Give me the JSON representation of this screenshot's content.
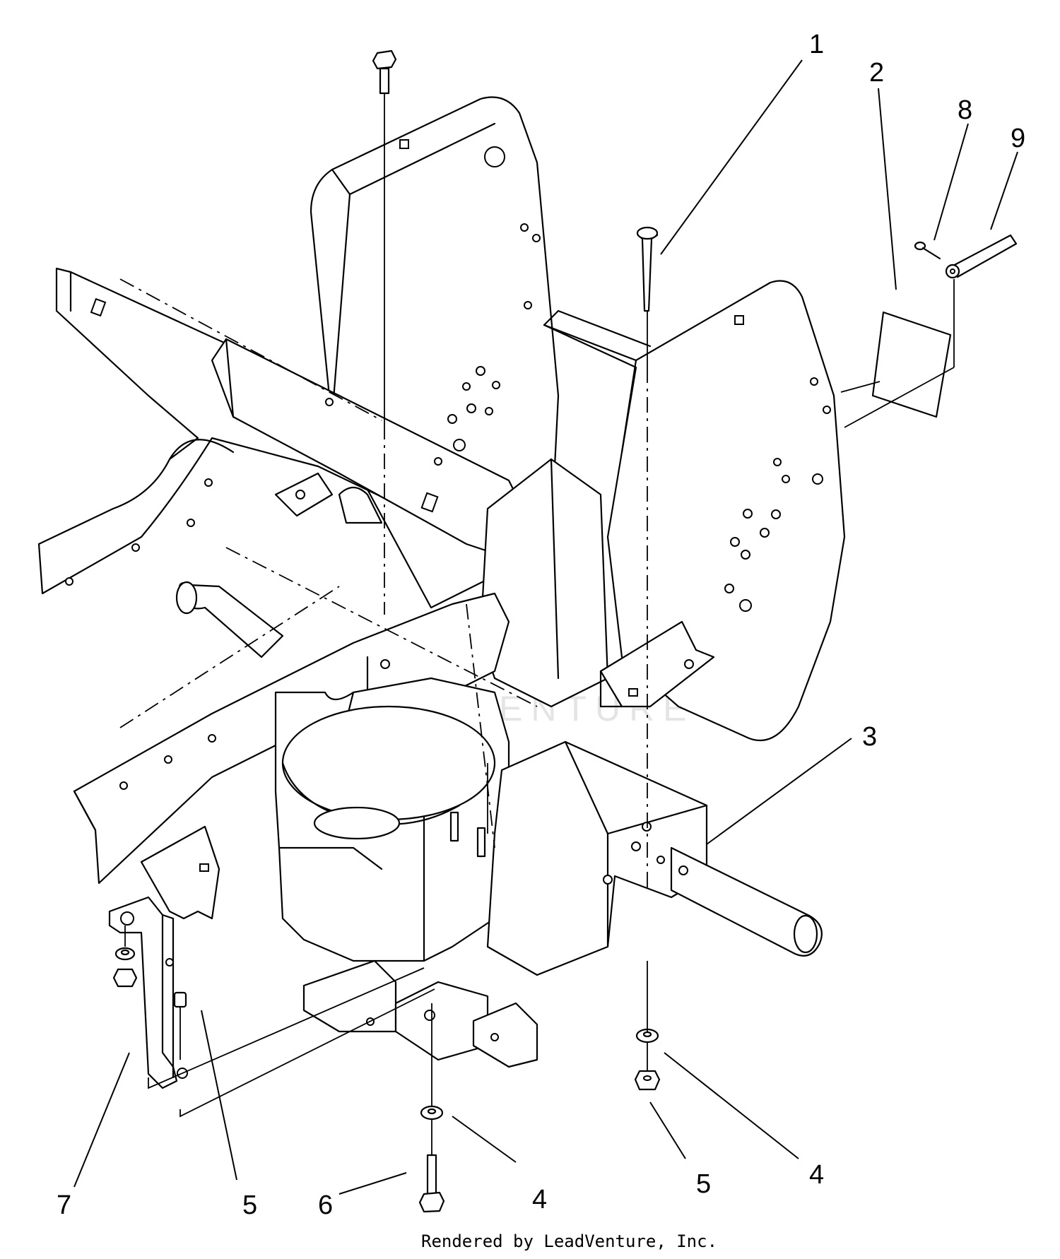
{
  "diagram": {
    "callouts": [
      {
        "id": "1",
        "label": "1"
      },
      {
        "id": "2",
        "label": "2"
      },
      {
        "id": "3",
        "label": "3"
      },
      {
        "id": "4a",
        "label": "4"
      },
      {
        "id": "4b",
        "label": "4"
      },
      {
        "id": "5a",
        "label": "5"
      },
      {
        "id": "5b",
        "label": "5"
      },
      {
        "id": "6",
        "label": "6"
      },
      {
        "id": "7",
        "label": "7"
      },
      {
        "id": "8",
        "label": "8"
      },
      {
        "id": "9",
        "label": "9"
      }
    ],
    "watermark": "LEADVENTURE",
    "credit": "Rendered by LeadVenture, Inc."
  }
}
